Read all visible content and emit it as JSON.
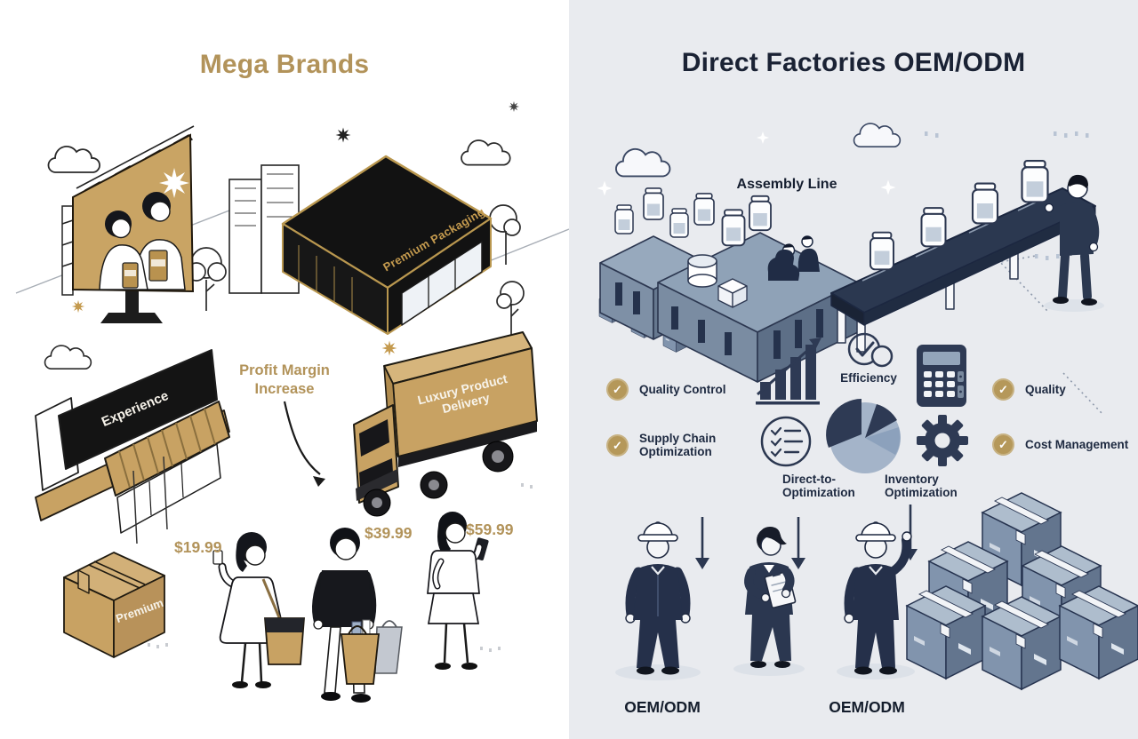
{
  "left": {
    "title": "Mega Brands",
    "building_sign": "Premium Packaging",
    "profit_note": {
      "line1": "Profit Margin",
      "line2": "Increase"
    },
    "truck_sign": {
      "line1": "Luxury Product",
      "line2": "Delivery"
    },
    "storefront_sign": "Experience",
    "box_sign": "Premium",
    "prices": [
      "$19.99",
      "$39.99",
      "$59.99"
    ],
    "colors": {
      "gold_text": "#b2935a",
      "tan": "#c8a263",
      "black": "#161616"
    }
  },
  "right": {
    "title": "Direct Factories OEM/ODM",
    "assembly_line_label": "Assembly Line",
    "check_glyph": "✓",
    "checks_left": [
      {
        "line1": "Quality Control",
        "line2": ""
      },
      {
        "line1": "Supply Chain",
        "line2": "Optimization"
      }
    ],
    "checks_right": [
      {
        "line1": "Quality",
        "line2": ""
      },
      {
        "line1": "Cost Management",
        "line2": ""
      }
    ],
    "icon_captions": {
      "efficiency": "Efficiency",
      "direct": {
        "line1": "Direct-to-",
        "line2": "Optimization"
      },
      "inventory": {
        "line1": "Inventory",
        "line2": "Optimization"
      }
    },
    "oem_labels": [
      "OEM/ODM",
      "OEM/ODM"
    ],
    "colors": {
      "navy": "#2b3750",
      "steel": "#7f93ac",
      "panel_bg": "#e9ebef",
      "gold": "#b5985a"
    }
  }
}
